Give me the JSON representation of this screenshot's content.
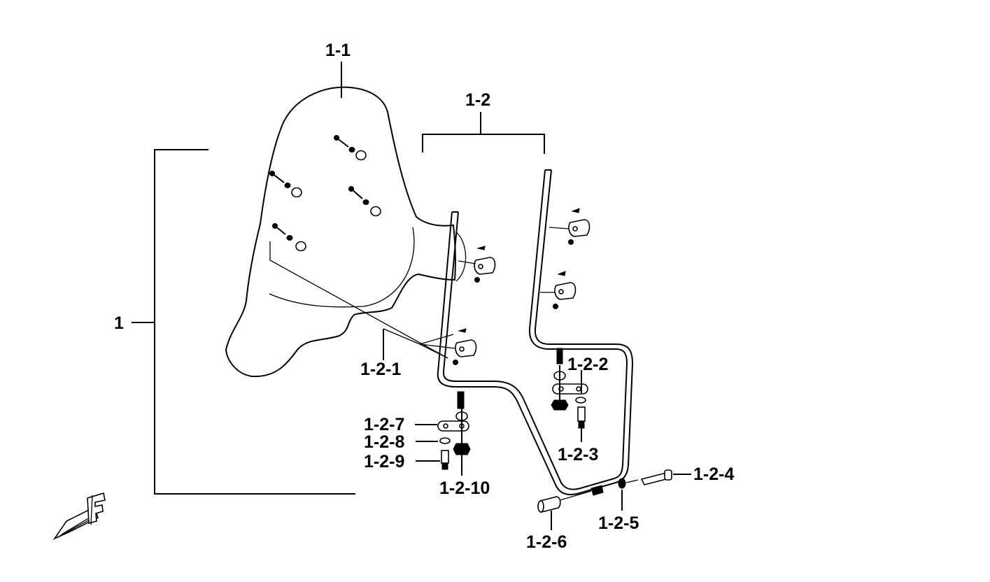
{
  "labels": {
    "root": "1",
    "windshield": "1-1",
    "bracket_assembly": "1-2",
    "bracket_clip": "1-2-1",
    "part_1_2_2": "1-2-2",
    "part_1_2_3": "1-2-3",
    "part_1_2_4": "1-2-4",
    "part_1_2_5": "1-2-5",
    "part_1_2_6": "1-2-6",
    "part_1_2_7": "1-2-7",
    "part_1_2_8": "1-2-8",
    "part_1_2_9": "1-2-9",
    "part_1_2_10": "1-2-10"
  },
  "front_indicator": "F"
}
